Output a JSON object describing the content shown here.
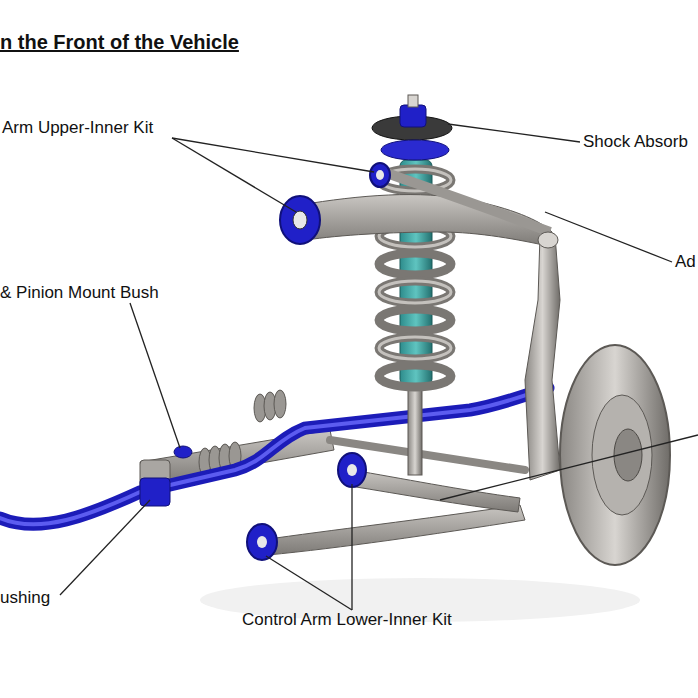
{
  "diagram": {
    "title": "n the Front of the Vehicle",
    "labels": [
      "Arm Upper-Inner Kit",
      "Shock Absorb",
      "Ad",
      "& Pinion Mount Bush",
      "ushing",
      "Control Arm Lower-Inner Kit"
    ]
  }
}
